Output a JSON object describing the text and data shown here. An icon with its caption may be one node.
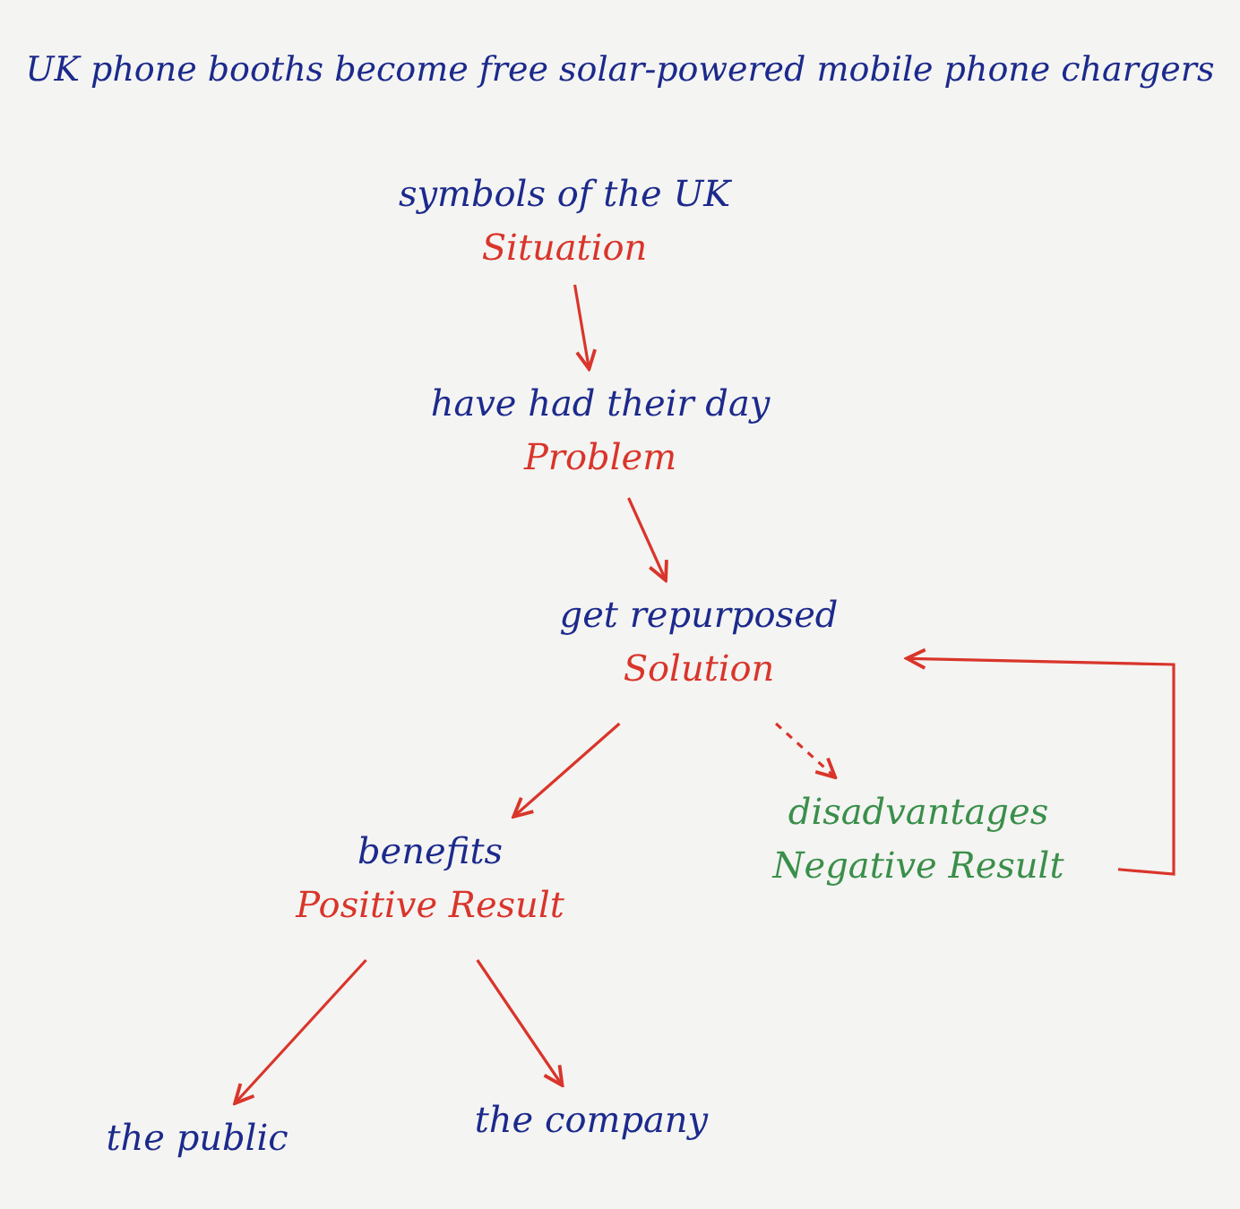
{
  "diagram": {
    "title": "UK phone booths become free solar-powered mobile phone chargers",
    "nodes": [
      {
        "text": [
          "symbols of the UK",
          "Situation"
        ]
      },
      {
        "text": [
          "have had their day",
          "Problem"
        ]
      },
      {
        "text": [
          "get repurposed",
          "Solution"
        ]
      },
      {
        "text": [
          "benefits",
          "Positive Result"
        ]
      },
      {
        "text": [
          "disadvantages",
          "Negative Result"
        ]
      },
      {
        "text": [
          "the public"
        ]
      },
      {
        "text": [
          "the company"
        ]
      }
    ],
    "edges": [
      {
        "from": 0,
        "to": 1,
        "arrow": "to"
      },
      {
        "from": 1,
        "to": 2,
        "arrow": "to"
      },
      {
        "from": 2,
        "to": 3,
        "arrow": "to"
      },
      {
        "from": 2,
        "to": 4,
        "arrow": "to",
        "style": "dashed"
      },
      {
        "from": 4,
        "to": 2,
        "arrow": "to"
      },
      {
        "from": 3,
        "to": 5,
        "arrow": "to"
      },
      {
        "from": 3,
        "to": 6,
        "arrow": "to"
      }
    ]
  }
}
